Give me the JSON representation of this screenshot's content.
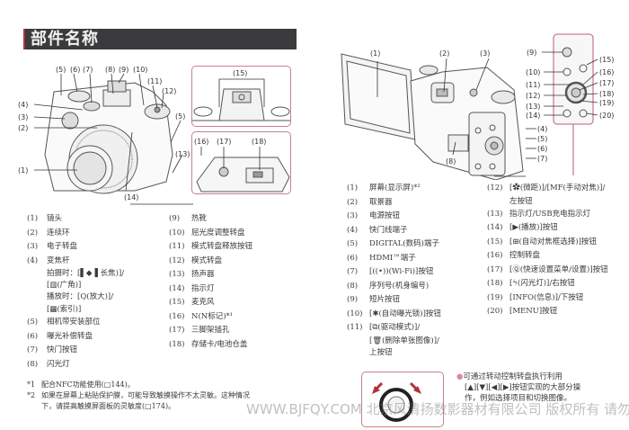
{
  "page": {
    "title": "部件名称",
    "accent_color": "#b0303a",
    "title_bar_color": "#3b3b3d"
  },
  "front_diagram": {
    "callouts_top": [
      "(5)",
      "(6)",
      "(7)",
      "(8)",
      "(9)",
      "(10)",
      "(11)",
      "(12)"
    ],
    "callouts_left": [
      "(4)",
      "(3)",
      "(2)",
      "(1)"
    ],
    "callouts_right": [
      "(5)",
      "(13)"
    ],
    "callout_bottom": "(14)",
    "inset_top_label": "(15)",
    "inset_bottom_labels": [
      "(16)",
      "(17)",
      "(18)"
    ]
  },
  "front_parts": {
    "col1": [
      {
        "num": "(1)",
        "text": "镜头"
      },
      {
        "num": "(2)",
        "text": "连续环"
      },
      {
        "num": "(3)",
        "text": "电子转盘"
      },
      {
        "num": "(4)",
        "text": "变焦杆"
      },
      {
        "num": "",
        "text": "拍摄时：[▌◆▐ 长焦)]/"
      },
      {
        "num": "",
        "text": "            [▥(广角)]"
      },
      {
        "num": "",
        "text": "播放时：[Q(放大)]/"
      },
      {
        "num": "",
        "text": "            [▦(索引)]"
      },
      {
        "num": "(5)",
        "text": "相机带安装部位"
      },
      {
        "num": "(6)",
        "text": "曝光补偿转盘"
      },
      {
        "num": "(7)",
        "text": "快门按钮"
      },
      {
        "num": "(8)",
        "text": "闪光灯"
      }
    ],
    "col2": [
      {
        "num": "(9)",
        "text": "热靴"
      },
      {
        "num": "(10)",
        "text": "屈光度调整转盘"
      },
      {
        "num": "(11)",
        "text": "模式转盘释放按钮"
      },
      {
        "num": "(12)",
        "text": "模式转盘"
      },
      {
        "num": "(13)",
        "text": "扬声器"
      },
      {
        "num": "(14)",
        "text": "指示灯"
      },
      {
        "num": "(15)",
        "text": "麦克风"
      },
      {
        "num": "(16)",
        "text": "N(N标记)*¹"
      },
      {
        "num": "(17)",
        "text": "三脚架插孔"
      },
      {
        "num": "(18)",
        "text": "存储卡/电池仓盖"
      }
    ]
  },
  "footnotes": [
    {
      "mark": "*1",
      "text": "配合NFC功能使用(□144)。"
    },
    {
      "mark": "*2",
      "text": "如果在屏幕上粘贴保护膜，可能导致触摸操作不太灵敏。这种情况"
    },
    {
      "mark": "",
      "text": "下，请提高触摸屏面板的灵敏度(□174)。"
    }
  ],
  "back_diagram": {
    "callouts_top": [
      "(1)",
      "(2)",
      "(3)"
    ],
    "callout_bottom": "(8)",
    "callouts_side": [
      "(4)",
      "(5)",
      "(6)",
      "(7)"
    ],
    "inset_left": [
      "(9)",
      "(10)",
      "(11)",
      "(12)",
      "(13)",
      "(14)"
    ],
    "inset_right": [
      "(15)",
      "(16)",
      "(17)",
      "(18)",
      "(19)",
      "(20)"
    ]
  },
  "back_parts": {
    "col1": [
      {
        "num": "(1)",
        "text": "屏幕(显示屏)*²"
      },
      {
        "num": "(2)",
        "text": "取景器"
      },
      {
        "num": "(3)",
        "text": "电源按钮"
      },
      {
        "num": "(4)",
        "text": "快门线端子"
      },
      {
        "num": "(5)",
        "text": "DIGITAL(数码)端子"
      },
      {
        "num": "(6)",
        "text": "HDMI™端子"
      },
      {
        "num": "(7)",
        "text": "[((•))(Wi-Fi)]按钮"
      },
      {
        "num": "(8)",
        "text": "序列号(机身编号)"
      },
      {
        "num": "(9)",
        "text": "短片按钮"
      },
      {
        "num": "(10)",
        "text": "[✱(自动曝光锁)]按钮"
      },
      {
        "num": "(11)",
        "text": "[⧉(驱动模式)]/"
      },
      {
        "num": "",
        "text": "[🗑(删除单张图像)]/"
      },
      {
        "num": "",
        "text": "上按钮"
      }
    ],
    "col2": [
      {
        "num": "(12)",
        "text": "[✿(微距)]/[MF(手动对焦)]/"
      },
      {
        "num": "",
        "text": "左按钮"
      },
      {
        "num": "(13)",
        "text": "指示灯/USB充电指示灯"
      },
      {
        "num": "(14)",
        "text": "[▶(播放)]按钮"
      },
      {
        "num": "(15)",
        "text": "[⊞(自动对焦框选择)]按钮"
      },
      {
        "num": "(16)",
        "text": "控制转盘"
      },
      {
        "num": "(17)",
        "text": "[Ⓠ(快速设置菜单/设置)]按钮"
      },
      {
        "num": "(18)",
        "text": "[ϟ(闪光灯)]/右按钮"
      },
      {
        "num": "(19)",
        "text": "[INFO(信息)]/下按钮"
      },
      {
        "num": "(20)",
        "text": "[MENU]按钮"
      }
    ]
  },
  "tip": {
    "bullet": "●",
    "lines": [
      "可通过转动控制转盘执行利用",
      "[▲][▼][◀][▶]按钮实现的大部分操",
      "作，例如选择项目和切换图像。"
    ]
  },
  "watermark": "WWW.BJFQY.COM 北京风清扬数影器材有限公司 版权所有 请勿盗图"
}
